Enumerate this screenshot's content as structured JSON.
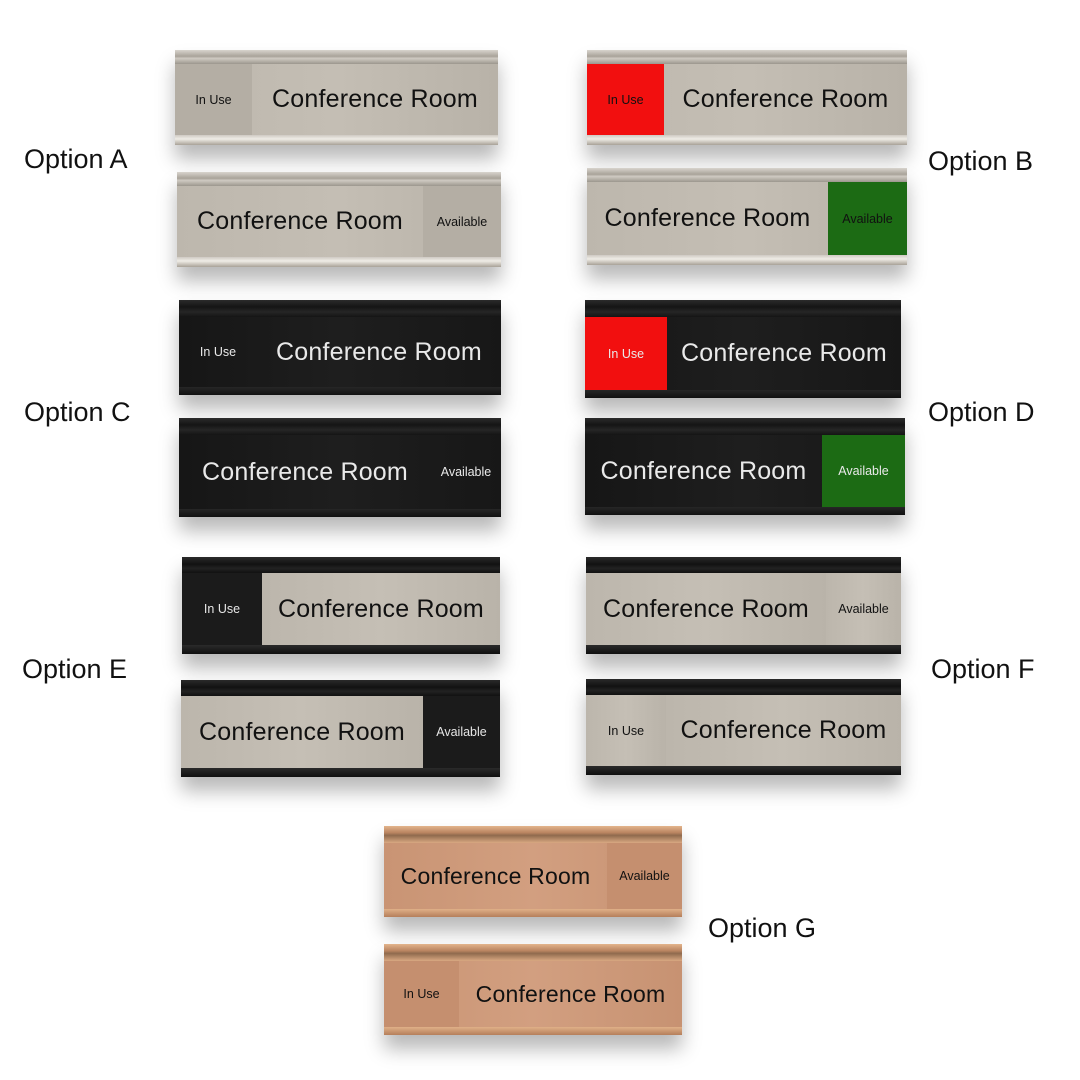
{
  "options": [
    {
      "label": "Option A",
      "finish": "silver",
      "top": {
        "status": "In Use",
        "room": "Conference Room",
        "status_side": "left"
      },
      "bottom": {
        "status": "Available",
        "room": "Conference Room",
        "status_side": "right"
      }
    },
    {
      "label": "Option B",
      "finish": "silver-color-coded",
      "top": {
        "status": "In Use",
        "room": "Conference Room",
        "status_side": "left",
        "status_color": "#f20f0f"
      },
      "bottom": {
        "status": "Available",
        "room": "Conference Room",
        "status_side": "right",
        "status_color": "#1c6b14"
      }
    },
    {
      "label": "Option C",
      "finish": "black",
      "top": {
        "status": "In Use",
        "room": "Conference Room",
        "status_side": "left"
      },
      "bottom": {
        "status": "Available",
        "room": "Conference Room",
        "status_side": "right"
      }
    },
    {
      "label": "Option D",
      "finish": "black-color-coded",
      "top": {
        "status": "In Use",
        "room": "Conference Room",
        "status_side": "left",
        "status_color": "#f20f0f"
      },
      "bottom": {
        "status": "Available",
        "room": "Conference Room",
        "status_side": "right",
        "status_color": "#1c6b14"
      }
    },
    {
      "label": "Option E",
      "finish": "black-frame-silver-insert",
      "top": {
        "status": "In Use",
        "room": "Conference Room",
        "status_side": "left"
      },
      "bottom": {
        "status": "Available",
        "room": "Conference Room",
        "status_side": "right"
      }
    },
    {
      "label": "Option F",
      "finish": "black-frame-silver",
      "top": {
        "status": "Available",
        "room": "Conference Room",
        "status_side": "right"
      },
      "bottom": {
        "status": "In Use",
        "room": "Conference Room",
        "status_side": "left"
      }
    },
    {
      "label": "Option G",
      "finish": "copper",
      "top": {
        "status": "Available",
        "room": "Conference Room",
        "status_side": "right"
      },
      "bottom": {
        "status": "In Use",
        "room": "Conference Room",
        "status_side": "left"
      }
    }
  ]
}
